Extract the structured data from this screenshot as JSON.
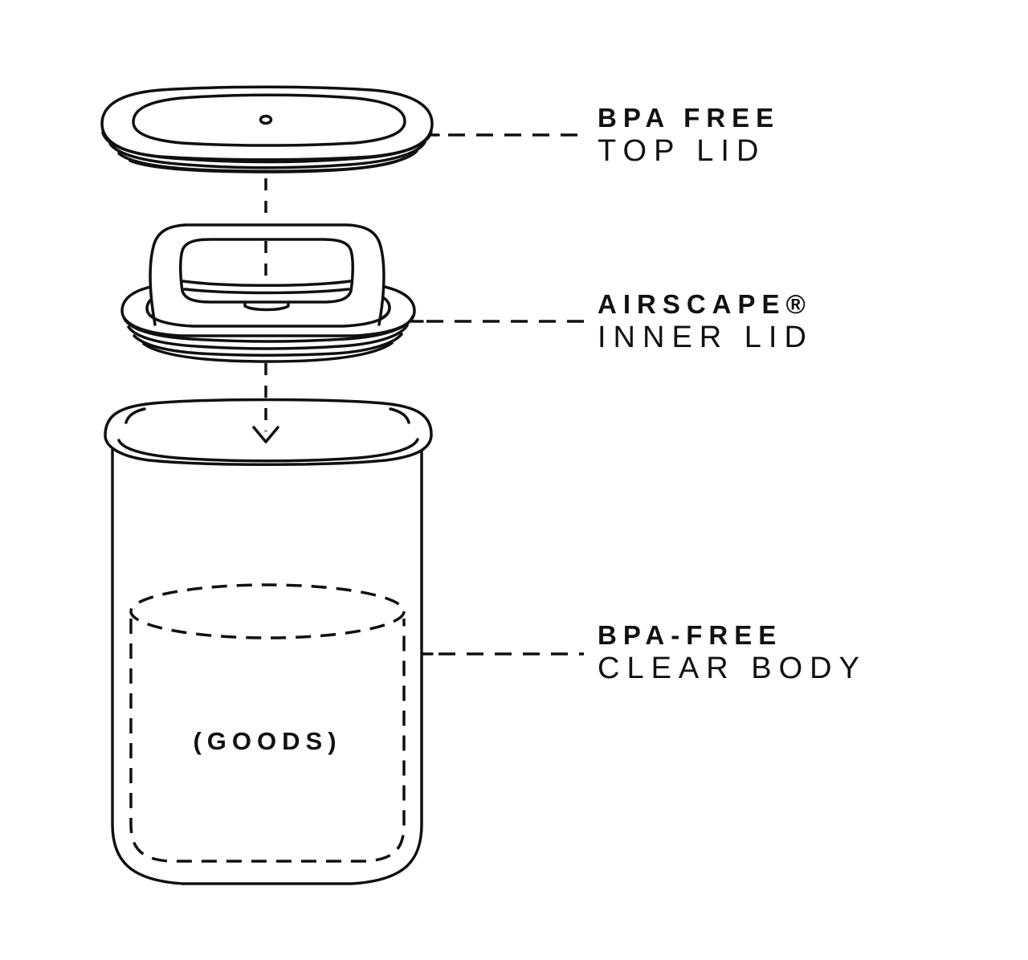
{
  "canvas": {
    "background": "#ffffff",
    "line_color": "#101010",
    "text_color": "#111111"
  },
  "diagram": {
    "parts": [
      {
        "bold_label": "BPA FREE",
        "light_label": "TOP LID"
      },
      {
        "bold_label": "AIRSCAPE®",
        "light_label": "INNER LID"
      },
      {
        "bold_label": "BPA-FREE",
        "light_label": "CLEAR BODY"
      }
    ],
    "goods_label": "(GOODS)"
  }
}
